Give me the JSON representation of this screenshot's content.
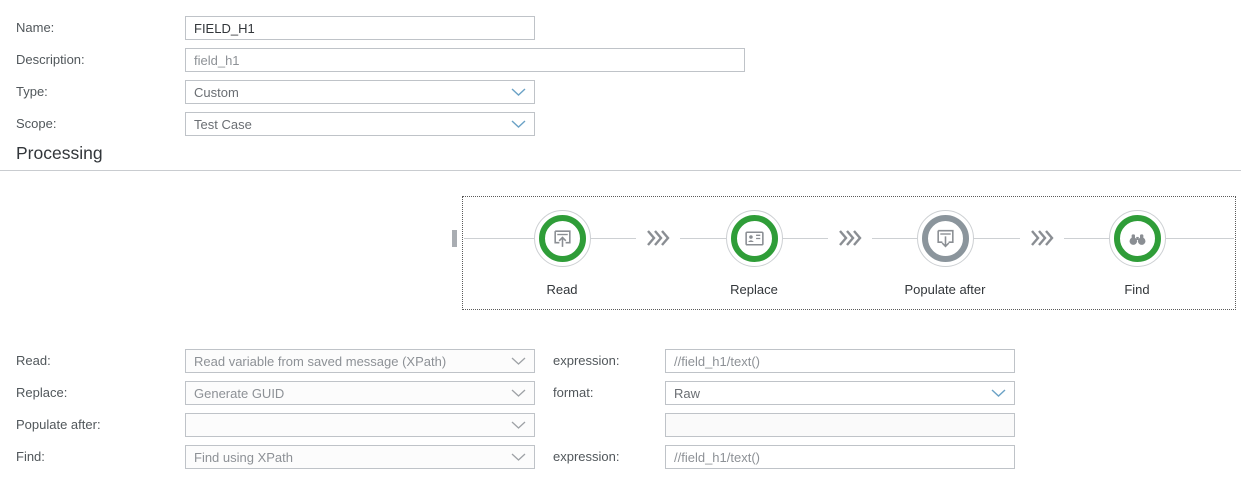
{
  "header_form": {
    "rows": [
      {
        "label": "Name:",
        "value": "FIELD_H1",
        "control": "input"
      },
      {
        "label": "Description:",
        "value": "field_h1",
        "control": "input"
      },
      {
        "label": "Type:",
        "value": "Custom",
        "control": "select"
      },
      {
        "label": "Scope:",
        "value": "Test Case",
        "control": "select"
      }
    ]
  },
  "section_title": "Processing",
  "process_flow": {
    "nodes": [
      {
        "label": "Read",
        "state": "active",
        "icon": "upload-tray-icon"
      },
      {
        "label": "Replace",
        "state": "active",
        "icon": "contact-card-icon"
      },
      {
        "label": "Populate after",
        "state": "inactive",
        "icon": "download-tray-icon"
      },
      {
        "label": "Find",
        "state": "active",
        "icon": "binoculars-icon"
      }
    ]
  },
  "detail_form": {
    "rows": [
      {
        "label": "Read:",
        "select_value": "Read variable from saved message (XPath)",
        "right_label": "expression:",
        "right_value": "//field_h1/text()"
      },
      {
        "label": "Replace:",
        "select_value": "Generate GUID",
        "right_label": "format:",
        "right_value": "Raw"
      },
      {
        "label": "Populate after:",
        "select_value": "",
        "right_label": "",
        "right_value": ""
      },
      {
        "label": "Find:",
        "select_value": "Find using XPath",
        "right_label": "expression:",
        "right_value": "//field_h1/text()"
      }
    ]
  },
  "colors": {
    "node_active": "#2f9d38",
    "node_inactive": "#8b959c",
    "enabled_chevron": "#6ba2c6",
    "disabled_chevron": "#9ea2a6",
    "input_border": "#bfc3c8"
  }
}
